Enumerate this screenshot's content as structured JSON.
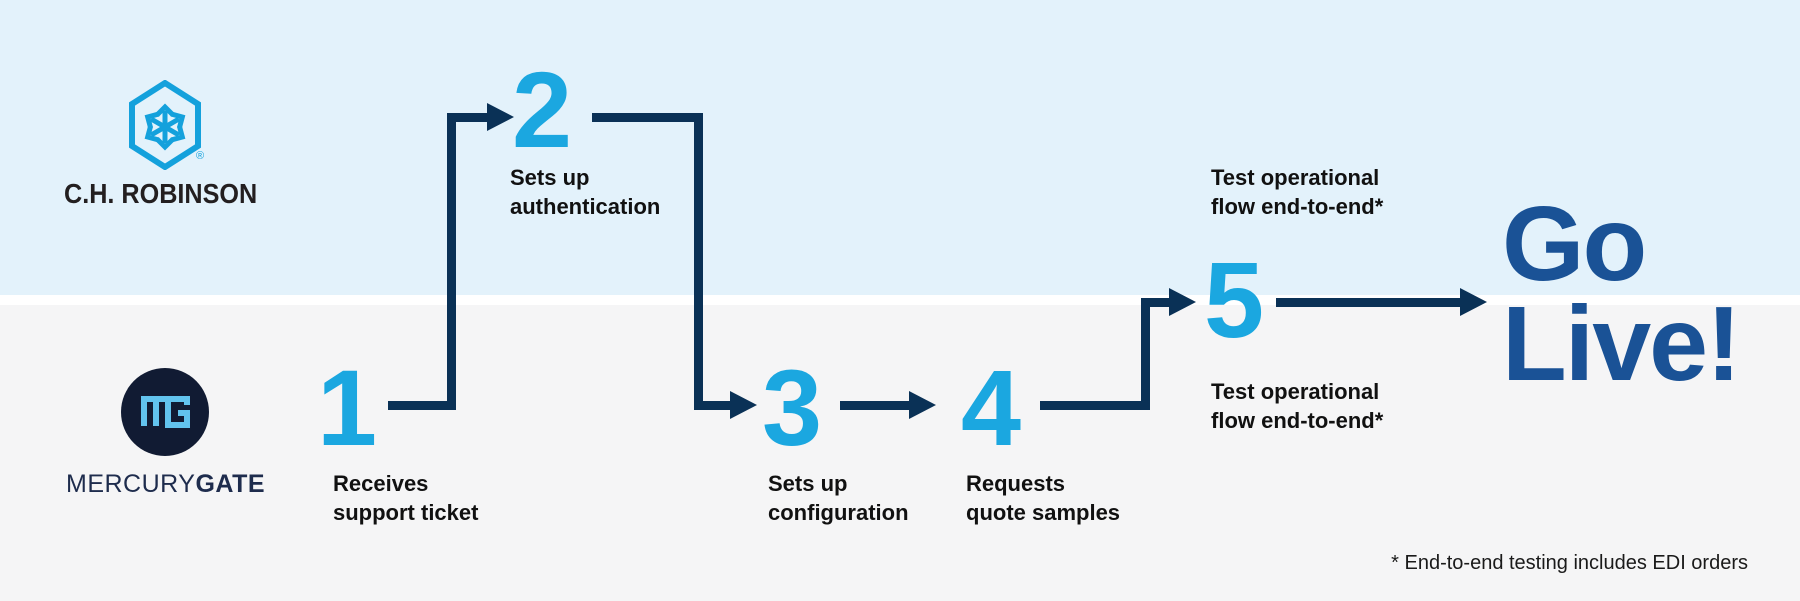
{
  "companies": {
    "ch_robinson": {
      "name": "C.H. ROBINSON",
      "registered_mark": "®"
    },
    "mercurygate": {
      "wordmark_light": "MERCURY",
      "wordmark_bold": "GATE"
    }
  },
  "flow": {
    "steps": [
      {
        "num": "1",
        "lane": "mercurygate",
        "label_lines": [
          "Receives",
          "support ticket"
        ]
      },
      {
        "num": "2",
        "lane": "ch_robinson",
        "label_lines": [
          "Sets up",
          "authentication"
        ]
      },
      {
        "num": "3",
        "lane": "mercurygate",
        "label_lines": [
          "Sets up",
          "configuration"
        ]
      },
      {
        "num": "4",
        "lane": "mercurygate",
        "label_lines": [
          "Requests",
          "quote samples"
        ]
      },
      {
        "num": "5",
        "lane": "both",
        "label_lines_top": [
          "Test operational",
          "flow end-to-end*"
        ],
        "label_lines_bottom": [
          "Test operational",
          "flow end-to-end*"
        ]
      }
    ],
    "result": {
      "line1": "Go",
      "line2": "Live!"
    }
  },
  "footnote": "* End-to-end testing includes EDI orders",
  "colors": {
    "step_number_blue": "#1ba7e0",
    "arrow_navy": "#0a3156",
    "go_live_blue": "#1a5296",
    "top_band_bg": "#e3f2fb",
    "bottom_band_bg": "#f5f5f6",
    "divider_white": "#ffffff",
    "chr_logo_blue": "#14a1dc",
    "chr_wordmark_dark": "#231f20",
    "mg_circle_navy": "#111b33",
    "mg_monogram_blue": "#62c3ee",
    "mg_wordmark_navy": "#1e2c4d",
    "label_text": "#111111"
  }
}
